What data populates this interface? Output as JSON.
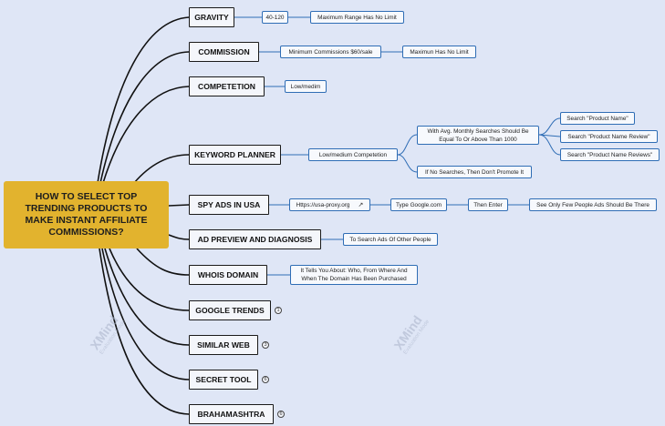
{
  "root": {
    "title": "HOW TO SELECT TOP TRENDING PRODUCTS TO MAKE INSTANT AFFILIATE COMMISSIONS?"
  },
  "topics": {
    "gravity": "GRAVITY",
    "commission": "COMMISSION",
    "competetion": "COMPETETION",
    "keyword_planner": "KEYWORD PLANNER",
    "spy_ads": "SPY ADS IN USA",
    "ad_preview": "AD PREVIEW AND DIAGNOSIS",
    "whois": "WHOIS DOMAIN",
    "google_trends": "GOOGLE TRENDS",
    "similar_web": "SIMILAR WEB",
    "secret_tool": "SECRET TOOL",
    "brahamashtra": "BRAHAMASHTRA"
  },
  "subtopics": {
    "gravity_range": "40-120",
    "gravity_max": "Maximum Range Has No Limit",
    "commission_min": "Minimum Commissions $60/sale",
    "commission_max": "Maximun Has No Limit",
    "competetion_level": "Low/medim",
    "kw_competition": "Low/medium Competetion",
    "kw_searches": "With Avg. Monthly Searches Should Be Equal To Or Above Than 1000",
    "kw_no_searches": "If No Searches, Then Don't Promote It",
    "search_product_name": "Search \"Product Name\"",
    "search_product_review": "Search \"Product Name Review\"",
    "search_product_reviews": "Search \"Product Name Reviews\"",
    "spy_url": "Https://usa-proxy.org",
    "spy_type": "Type Google.com",
    "spy_enter": "Then Enter",
    "spy_see": "See Only Few People Ads Should Be There",
    "ad_preview_text": "To Search Ads Of Other People",
    "whois_text": "It Tells You About: Who, From Where And When The Domain Has Been Purchased"
  },
  "badges": {
    "google_trends": "1",
    "similar_web": "3",
    "secret_tool": "6",
    "brahamashtra": "6"
  },
  "icons": {
    "external_link": "external-link-icon"
  },
  "watermark": {
    "brand": "XMind",
    "mode": "Evaluation Mode"
  },
  "colors": {
    "root_fill": "#e2b32e",
    "background": "#dfe6f6",
    "sub_border": "#2f6db5"
  }
}
